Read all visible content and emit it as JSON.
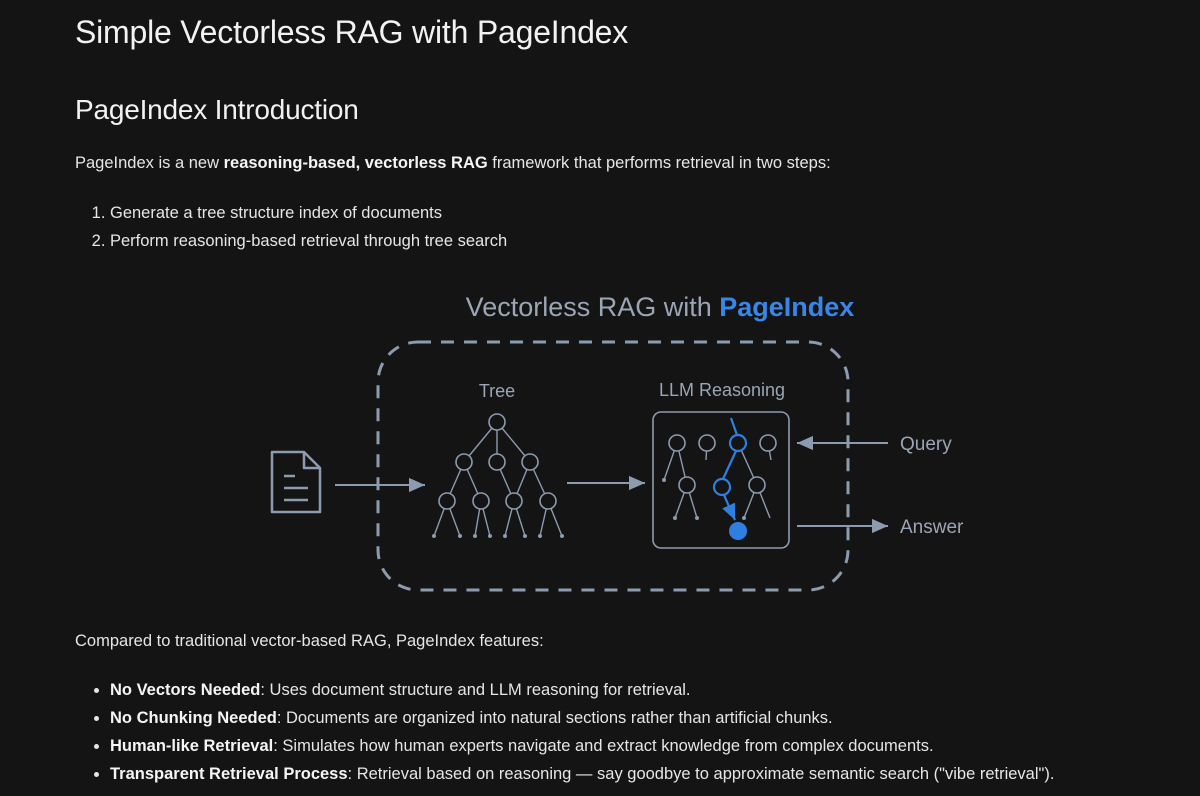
{
  "page": {
    "title": "Simple Vectorless RAG with PageIndex",
    "section_heading": "PageIndex Introduction",
    "intro": {
      "prefix": "PageIndex is a new ",
      "bold": "reasoning-based, vectorless RAG",
      "suffix": " framework that performs retrieval in two steps:"
    },
    "steps": [
      "Generate a tree structure index of documents",
      "Perform reasoning-based retrieval through tree search"
    ],
    "compare_text": "Compared to traditional vector-based RAG, PageIndex features:",
    "features": [
      {
        "bold": "No Vectors Needed",
        "text": ": Uses document structure and LLM reasoning for retrieval."
      },
      {
        "bold": "No Chunking Needed",
        "text": ": Documents are organized into natural sections rather than artificial chunks."
      },
      {
        "bold": "Human-like Retrieval",
        "text": ": Simulates how human experts navigate and extract knowledge from complex documents."
      },
      {
        "bold": "Transparent Retrieval Process",
        "text": ": Retrieval based on reasoning — say goodbye to approximate semantic search (\"vibe retrieval\")."
      }
    ]
  },
  "diagram": {
    "title_prefix": "Vectorless RAG with ",
    "title_highlight": "PageIndex",
    "tree_label": "Tree",
    "reasoning_label": "LLM Reasoning",
    "query_label": "Query",
    "answer_label": "Answer",
    "document_icon": "document-icon",
    "colors": {
      "line": "#8c9bb0",
      "accent": "#2f7fe0",
      "title": "#9aa6b5"
    }
  }
}
